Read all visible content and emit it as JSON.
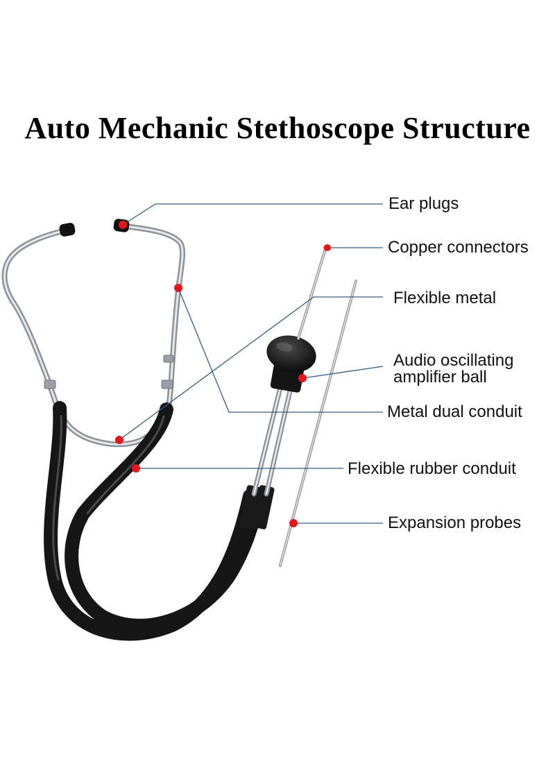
{
  "title": "Auto Mechanic Stethoscope Structure",
  "colors": {
    "background": "#ffffff",
    "leader_line": "#2f5d86",
    "marker": "#e8131b",
    "rubber_tube": "#161616",
    "metal": "#b9bdc2",
    "text": "#111111"
  },
  "labels": {
    "ear_plugs": "Ear plugs",
    "copper_connectors": "Copper connectors",
    "flexible_metal": "Flexible metal",
    "amplifier_ball_line1": "Audio oscillating",
    "amplifier_ball_line2": "amplifier ball",
    "metal_dual_conduit": "Metal dual conduit",
    "flexible_rubber_conduit": "Flexible rubber conduit",
    "expansion_probes": "Expansion probes"
  }
}
